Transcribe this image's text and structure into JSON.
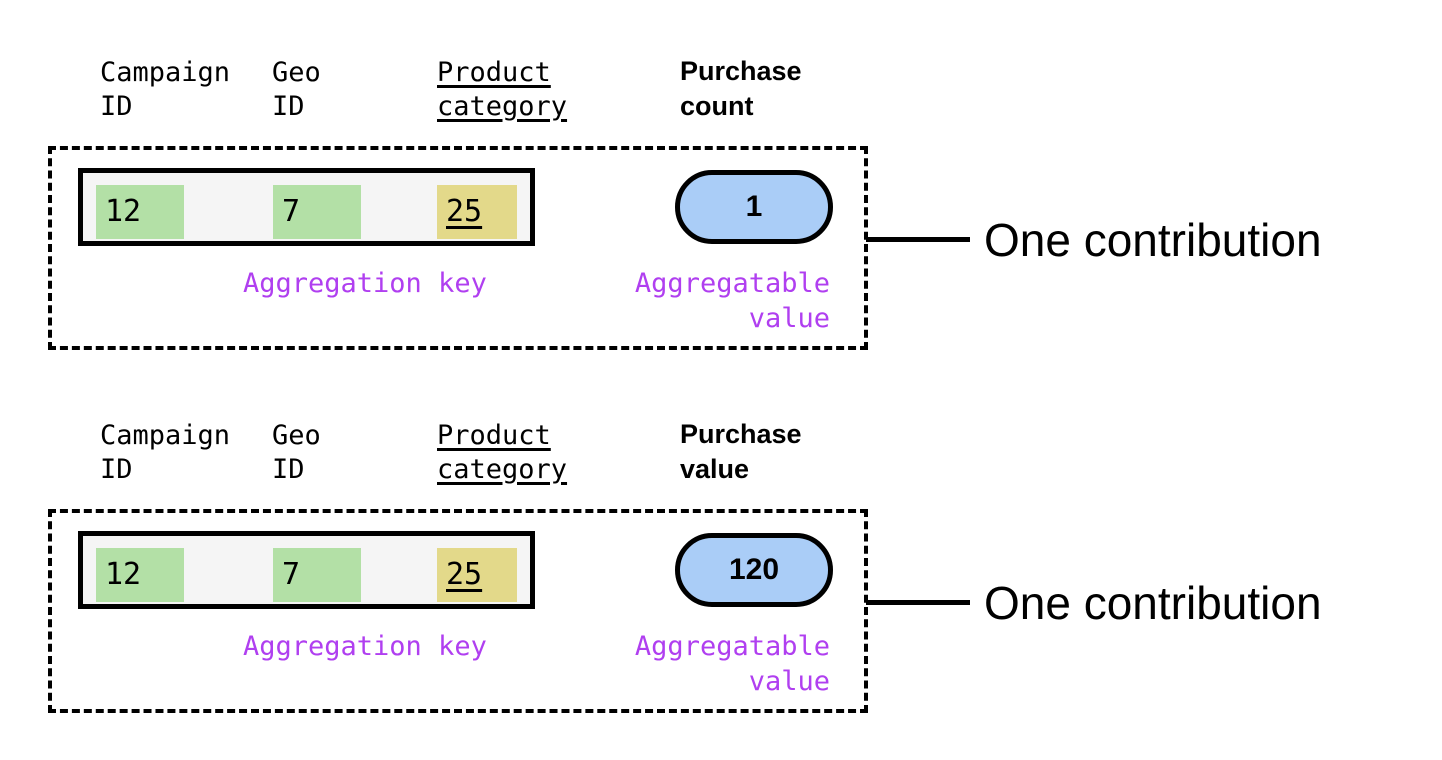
{
  "colors": {
    "key_cell_dimension": "#b3e0a6",
    "key_cell_highlight": "#e3d98a",
    "value_pill": "#aacdf7",
    "annotation": "#b03ff0",
    "outline": "#000000",
    "key_row_background": "#f5f5f5",
    "page_background": "#ffffff"
  },
  "blocks": [
    {
      "headers": {
        "campaign": "Campaign\nID",
        "geo": "Geo\nID",
        "product_line1": "Product",
        "product_line2": "category",
        "metric": "Purchase\ncount"
      },
      "key_cells": [
        {
          "value": "12",
          "style": "green"
        },
        {
          "value": "7",
          "style": "green"
        },
        {
          "value": "25",
          "style": "yellow",
          "underlined": true
        }
      ],
      "aggregatable_value": "1",
      "annotations": {
        "key": "Aggregation key",
        "value": "Aggregatable\nvalue"
      },
      "callout": "One contribution"
    },
    {
      "headers": {
        "campaign": "Campaign\nID",
        "geo": "Geo\nID",
        "product_line1": "Product",
        "product_line2": "category",
        "metric": "Purchase\nvalue"
      },
      "key_cells": [
        {
          "value": "12",
          "style": "green"
        },
        {
          "value": "7",
          "style": "green"
        },
        {
          "value": "25",
          "style": "yellow",
          "underlined": true
        }
      ],
      "aggregatable_value": "120",
      "annotations": {
        "key": "Aggregation key",
        "value": "Aggregatable\nvalue"
      },
      "callout": "One contribution"
    }
  ]
}
